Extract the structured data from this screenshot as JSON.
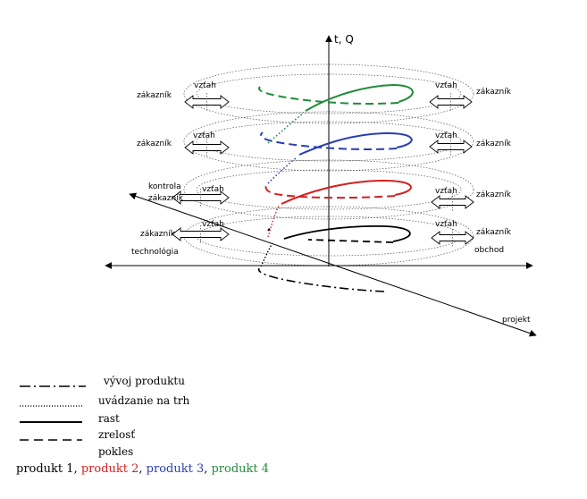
{
  "axes": {
    "vertical": "t, Q",
    "left": "technológia",
    "right": "obchod",
    "diagonal": "projekt"
  },
  "labels": {
    "customer": "zákazník",
    "relation": "vzťah",
    "control": "kontrola"
  },
  "legend": [
    {
      "style": "dash-dot",
      "text": "vývoj produktu"
    },
    {
      "style": "dotted",
      "text": "uvádzanie na trh"
    },
    {
      "style": "solid",
      "text": "rast"
    },
    {
      "style": "dashed",
      "text": "zrelosť"
    },
    {
      "style": "none",
      "text": "pokles"
    }
  ],
  "products": [
    {
      "label": "produkt 1",
      "suffix": ", ",
      "color": "#000000"
    },
    {
      "label": "produkt 2",
      "suffix": ", ",
      "color": "#d42020"
    },
    {
      "label": "produkt 3",
      "suffix": ", ",
      "color": "#2a3fb0"
    },
    {
      "label": "produkt 4",
      "suffix": "",
      "color": "#228b3c"
    }
  ]
}
